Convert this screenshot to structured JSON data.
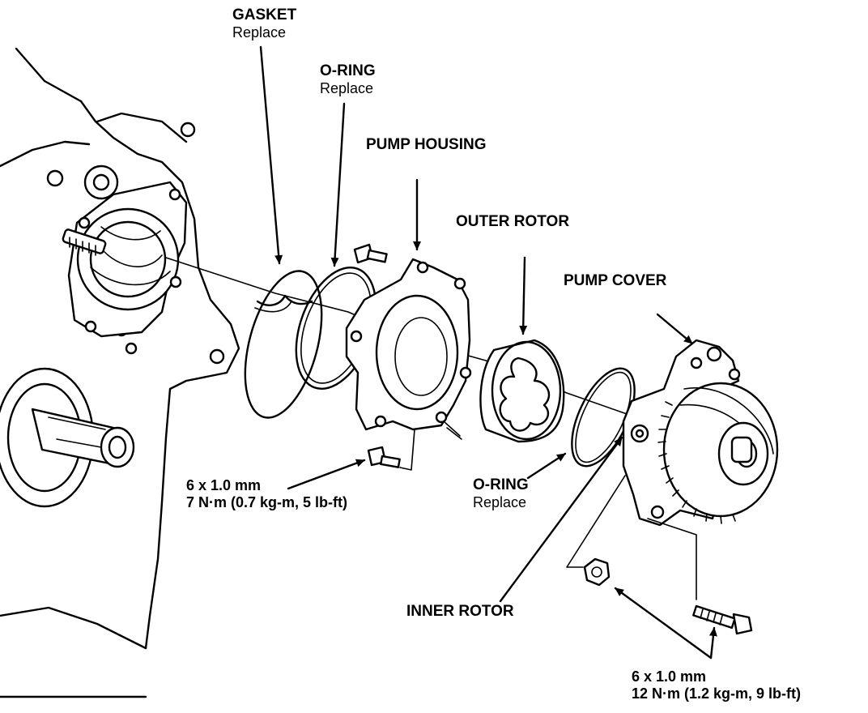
{
  "labels": {
    "gasket": {
      "title": "GASKET",
      "note": "Replace"
    },
    "o_ring_upper": {
      "title": "O-RING",
      "note": "Replace"
    },
    "pump_housing": {
      "title": "PUMP HOUSING"
    },
    "outer_rotor": {
      "title": "OUTER ROTOR"
    },
    "pump_cover": {
      "title": "PUMP COVER"
    },
    "o_ring_lower": {
      "title": "O-RING",
      "note": "Replace"
    },
    "inner_rotor": {
      "title": "INNER ROTOR"
    },
    "bolt_small": {
      "size": "6 x 1.0 mm",
      "torque": "7 N·m (0.7 kg-m, 5 lb-ft)"
    },
    "bolt_large": {
      "size": "6 x 1.0 mm",
      "torque": "12 N·m (1.2 kg-m, 9 lb-ft)"
    }
  },
  "icons": [
    "arrow-icon",
    "bolt-icon",
    "nut-icon"
  ],
  "colors": {
    "ink": "#000000",
    "paper": "#ffffff"
  }
}
